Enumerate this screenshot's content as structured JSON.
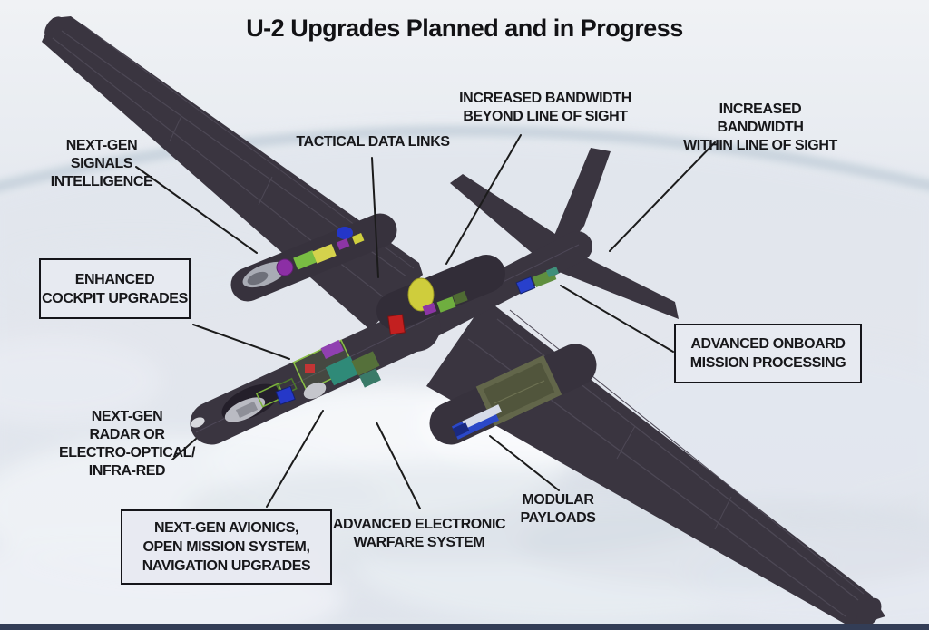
{
  "title": "U-2 Upgrades Planned and in Progress",
  "diagram": {
    "subject": "U-2 reconnaissance aircraft top-view cutaway illustration above clouds",
    "colors": {
      "aircraft_body": "#3a3540",
      "label_text": "#17171a",
      "leader_line": "#1b1b1b",
      "callout_box_bg": "#e7eaf1",
      "horizon_band": "#c6d1dc",
      "bottom_strip": "#333d56"
    }
  },
  "callouts": {
    "signals_intelligence": {
      "text": "NEXT-GEN\nSIGNALS\nINTELLIGENCE",
      "boxed": false
    },
    "tactical_data_links": {
      "text": "TACTICAL DATA LINKS",
      "boxed": false
    },
    "bandwidth_beyond": {
      "text": "INCREASED BANDWIDTH\nBEYOND LINE OF SIGHT",
      "boxed": false
    },
    "bandwidth_within": {
      "text": "INCREASED BANDWIDTH\nWITHIN LINE OF SIGHT",
      "boxed": false
    },
    "enhanced_cockpit": {
      "text": "ENHANCED\nCOCKPIT UPGRADES",
      "boxed": true
    },
    "onboard_processing": {
      "text": "ADVANCED ONBOARD\nMISSION PROCESSING",
      "boxed": true
    },
    "radar_eo_ir": {
      "text": "NEXT-GEN\nRADAR OR\nELECTRO-OPTICAL/\nINFRA-RED",
      "boxed": false
    },
    "avionics": {
      "text": "NEXT-GEN AVIONICS,\nOPEN MISSION SYSTEM,\nNAVIGATION UPGRADES",
      "boxed": true
    },
    "electronic_warfare": {
      "text": "ADVANCED ELECTRONIC\nWARFARE SYSTEM",
      "boxed": false
    },
    "modular_payloads": {
      "text": "MODULAR\nPAYLOADS",
      "boxed": false
    }
  }
}
